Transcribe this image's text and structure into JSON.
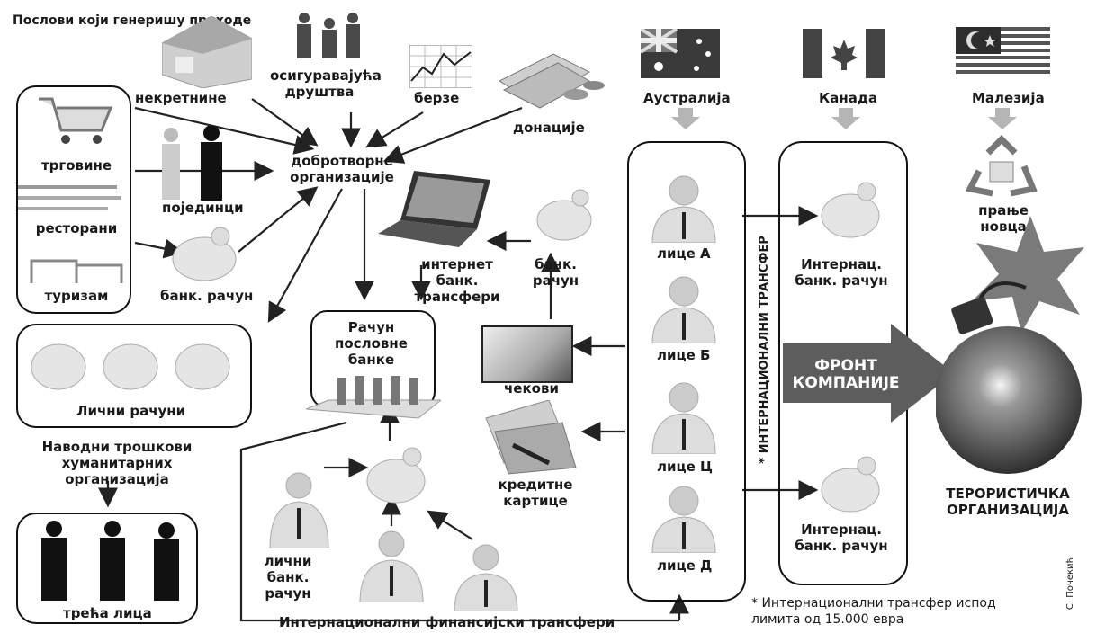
{
  "sources": {
    "title": "Послови који генеришу приходе",
    "items": [
      "трговине",
      "ресторани",
      "туризам"
    ]
  },
  "donors": {
    "real_estate": "некретнине",
    "insurance": "осигуравајућа друштва",
    "stock": "берзе",
    "donations": "донације",
    "individuals": "појединци",
    "bank_account": "банк. рачун"
  },
  "charity": "добротворне организације",
  "personal_accounts": "Лични рачуни",
  "costs": "Наводни трошкови хуманитарних организација",
  "third_parties": "трећа лица",
  "business_account": "Рачун пословне банке",
  "internet_transfers": "интернет банк. трансфери",
  "mid_bank_account": "банк. рачун",
  "checks": "чекови",
  "credit_cards": "кредитне картице",
  "personal_bank_account": "лични банк. рачун",
  "intl_financial_transfers": "Интернационални финансијски трансфери",
  "countries": [
    "Аустралија",
    "Канада",
    "Малезија"
  ],
  "persons": [
    "лице А",
    "лице Б",
    "лице Ц",
    "лице Д"
  ],
  "intl_transfer_vertical": "* ИНТЕРНАЦИОНАЛНИ ТРАНСФЕР",
  "intl_bank_account": "Интернац. банк. рачун",
  "money_laundering": "прање новца",
  "front_companies": "ФРОНТ КОМПАНИЈЕ",
  "terrorist_org": "ТЕРОРИСТИЧКА ОРГАНИЗАЦИЈА",
  "footnote": "* Интернационални трансфер испод лимита од 15.000 евра",
  "signature": "С. Почекић",
  "colors": {
    "arrow": "#222222",
    "fade_arrow": "#b5b5b5",
    "bomb": "#4a4a4a",
    "star": "#7a7a7a",
    "front_arrow": "#5d5d5d"
  }
}
